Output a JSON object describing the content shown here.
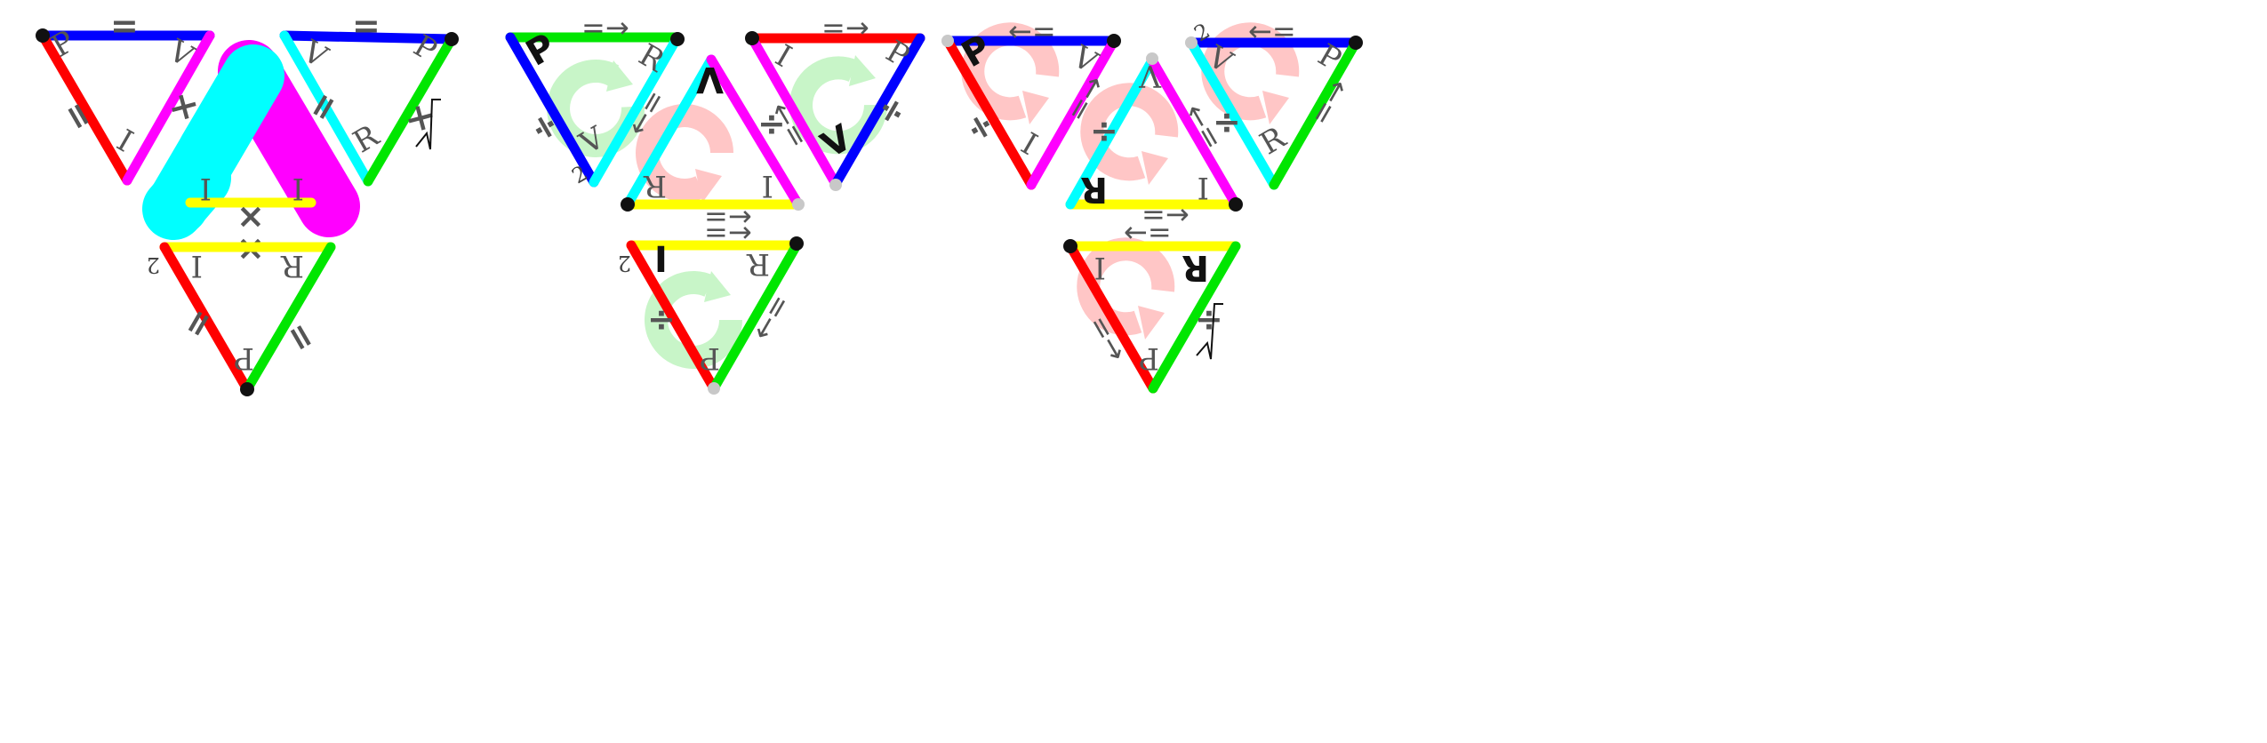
{
  "colors": {
    "red": "#ff0000",
    "blue": "#0000ff",
    "green": "#00e600",
    "magenta": "#ff00ff",
    "cyan": "#00ffff",
    "yellow": "#ffff00",
    "vertex": "#111111",
    "vertex_ghost": "#c8c8c8",
    "rotation_cw": "#c8f5c8",
    "rotation_ccw": "#ffc6c6"
  },
  "symbols": {
    "equals": "=",
    "times": "×",
    "divide": "÷",
    "equals_right": "=→",
    "left_equals": "←=",
    "sqrt": "√",
    "exponent": "2"
  },
  "vertex_labels": {
    "P": "P",
    "V": "V",
    "I": "I",
    "R": "R"
  },
  "groups": [
    {
      "name": "base",
      "icons": []
    },
    {
      "name": "clockwise",
      "icons": [
        "rotate-clockwise-icon"
      ]
    },
    {
      "name": "counterclockwise",
      "icons": [
        "rotate-counterclockwise-icon"
      ]
    }
  ]
}
